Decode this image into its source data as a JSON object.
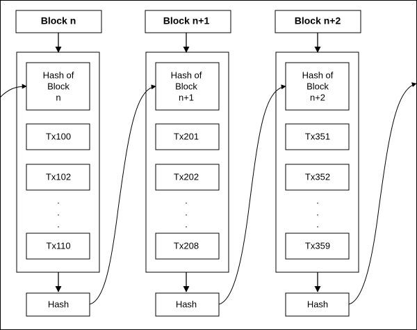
{
  "blocks": [
    {
      "title": "Block n",
      "hash_lines": [
        "Hash of",
        "Block",
        "n"
      ],
      "tx": [
        "Tx100",
        "Tx102",
        "Tx110"
      ],
      "hash_label": "Hash"
    },
    {
      "title": "Block n+1",
      "hash_lines": [
        "Hash of",
        "Block",
        "n+1"
      ],
      "tx": [
        "Tx201",
        "Tx202",
        "Tx208"
      ],
      "hash_label": "Hash"
    },
    {
      "title": "Block n+2",
      "hash_lines": [
        "Hash of",
        "Block",
        "n+2"
      ],
      "tx": [
        "Tx351",
        "Tx352",
        "Tx359"
      ],
      "hash_label": "Hash"
    }
  ],
  "ellipsis": ".",
  "colors": {
    "stroke": "#000000",
    "background": "#ffffff",
    "text": "#000000"
  }
}
